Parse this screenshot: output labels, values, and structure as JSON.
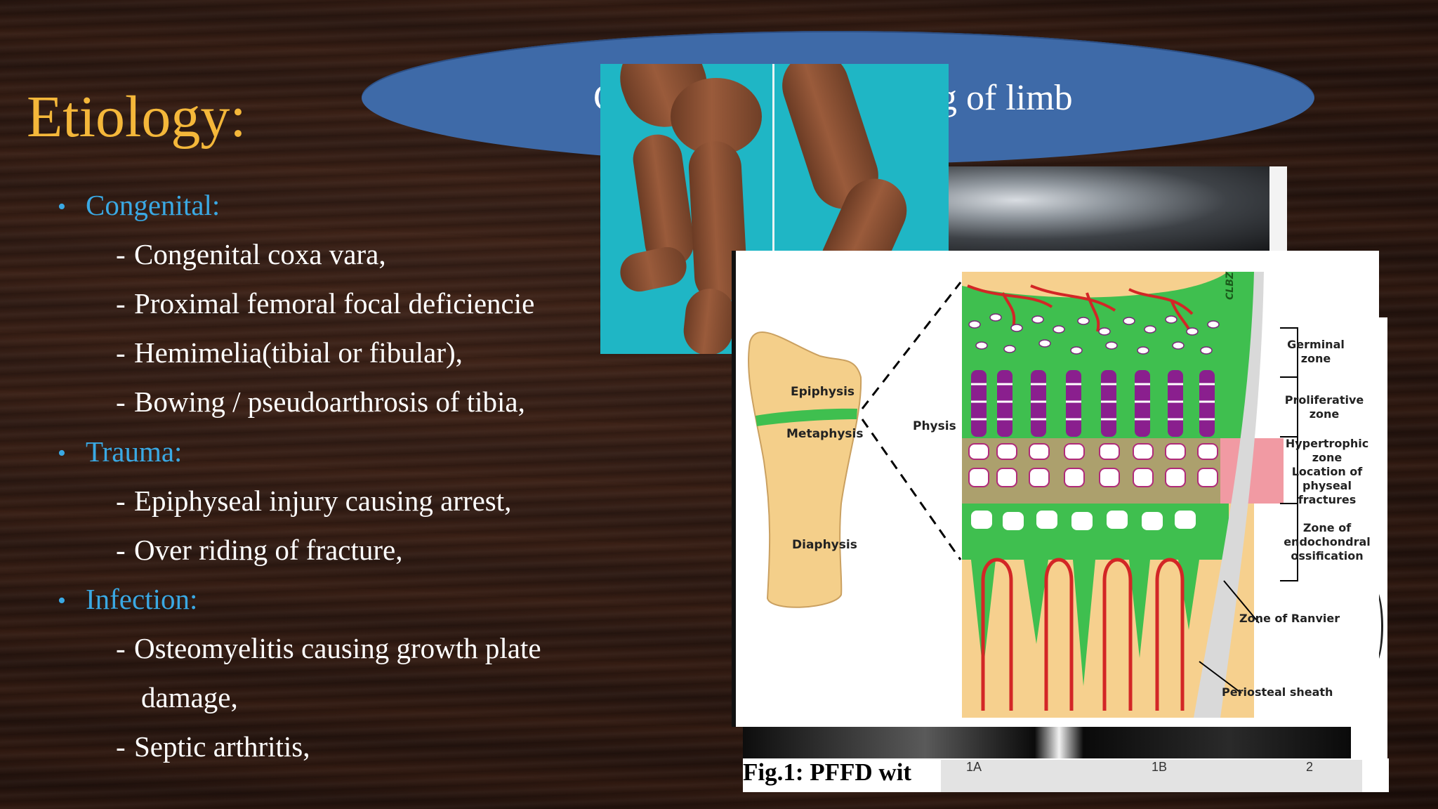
{
  "slide": {
    "title": "Etiology:",
    "banner_text_fragment": "g of limb",
    "banner_text_left_fragment": "C",
    "items": [
      {
        "kind": "head",
        "text": "Congenital:"
      },
      {
        "kind": "sub",
        "text": "Congenital coxa vara,"
      },
      {
        "kind": "sub",
        "text": "Proximal femoral focal deficiencie"
      },
      {
        "kind": "sub",
        "text": "Hemimelia(tibial or fibular),"
      },
      {
        "kind": "sub",
        "text": "Bowing / pseudoarthrosis of tibia,"
      },
      {
        "kind": "head",
        "text": "Trauma:"
      },
      {
        "kind": "sub",
        "text": "Epiphyseal injury causing arrest,"
      },
      {
        "kind": "sub",
        "text": "Over riding of fracture,"
      },
      {
        "kind": "head",
        "text": "Infection:"
      },
      {
        "kind": "sub",
        "text": "Osteomyelitis causing growth plate"
      },
      {
        "kind": "cont",
        "text": "damage,"
      },
      {
        "kind": "sub",
        "text": "Septic arthritis,"
      }
    ],
    "dash": "-",
    "bullet": "•"
  },
  "figure": {
    "caption": "Fig.1: PFFD wit",
    "labels": [
      "1A",
      "1B",
      "2"
    ],
    "bone_labels": {
      "epiphysis": "Epiphysis",
      "metaphysis": "Metaphysis",
      "diaphysis": "Diaphysis",
      "physis": "Physis"
    },
    "zone_labels": {
      "germinal": [
        "Germinal",
        "zone"
      ],
      "proliferative": [
        "Proliferative",
        "zone"
      ],
      "hypertrophic": [
        "Hypertrophic",
        "zone",
        "Location of",
        "physeal",
        "fractures"
      ],
      "endochondral": [
        "Zone of",
        "endochondral",
        "ossification"
      ],
      "ranvier": "Zone of Ranvier",
      "periosteal": "Periosteal sheath"
    },
    "signature": "CLBZ"
  },
  "colors": {
    "title": "#f4b73a",
    "heading": "#3aa9e4",
    "body": "#ffffff",
    "banner": "#3e6aa8",
    "cartilage_green": "#3fbf4f",
    "bone": "#f4cf8a",
    "vessel": "#d32626"
  }
}
